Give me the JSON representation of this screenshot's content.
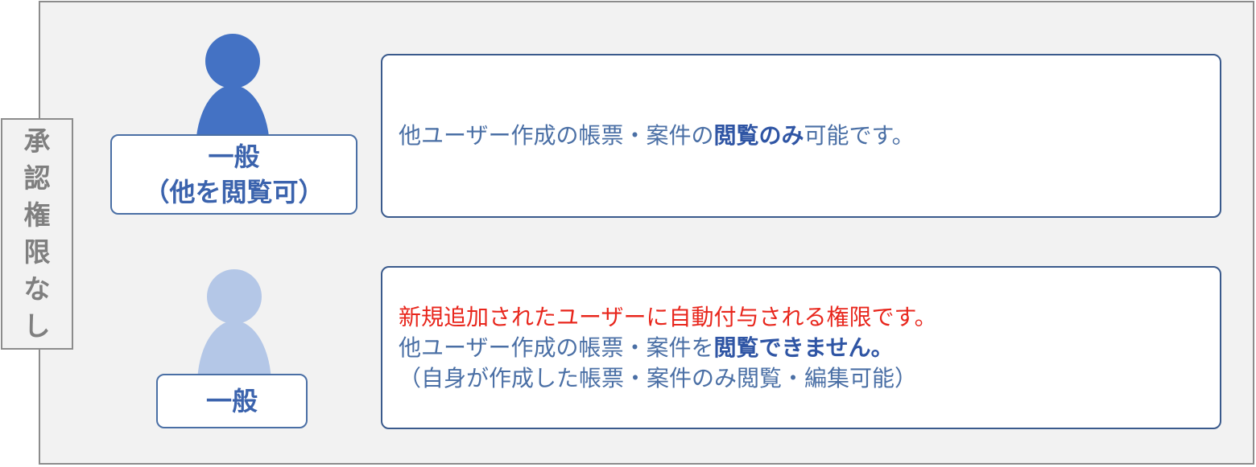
{
  "side_label": [
    "承",
    "認",
    "権",
    "限",
    "な",
    "し"
  ],
  "roles": [
    {
      "label_line1": "一般",
      "label_line2": "（他を閲覧可）",
      "icon_color": "#4472c4",
      "description": {
        "line1_pre": "他ユーザー作成の帳票・案件の",
        "line1_bold": "閲覧のみ",
        "line1_post": "可能です。"
      }
    },
    {
      "label_line1": "一般",
      "icon_color": "#b4c7e7",
      "description": {
        "line1_red": "新規追加されたユーザーに自動付与される権限です。",
        "line2_pre": "他ユーザー作成の帳票・案件を",
        "line2_bold": "閲覧できません。",
        "line3": "（自身が作成した帳票・案件のみ閲覧・編集可能）"
      }
    }
  ],
  "colors": {
    "panel_bg": "#f2f2f2",
    "accent": "#4472c4",
    "accent_light": "#b4c7e7",
    "warning_red": "#e8261c"
  }
}
